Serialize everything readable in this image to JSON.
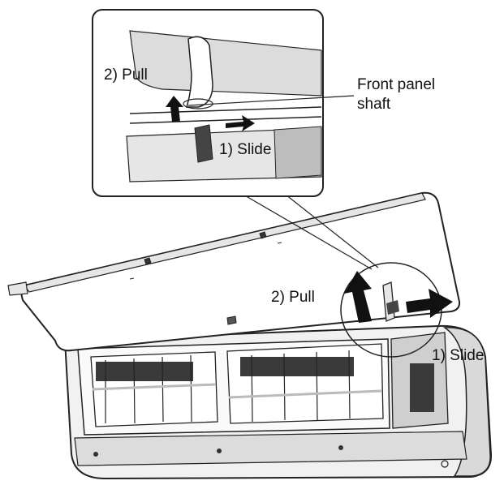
{
  "diagram": {
    "detail_box": {
      "pull_label": "2) Pull",
      "slide_label": "1) Slide",
      "callout_label_line1": "Front panel",
      "callout_label_line2": "shaft"
    },
    "main": {
      "pull_label": "2) Pull",
      "slide_label": "1) Slide"
    },
    "colors": {
      "line": "#222222",
      "arrow": "#111111",
      "panel_fill": "#ffffff",
      "shade_light": "#e6e6e6",
      "shade_mid": "#b8b8b8",
      "shade_dark": "#3a3a3a"
    }
  }
}
